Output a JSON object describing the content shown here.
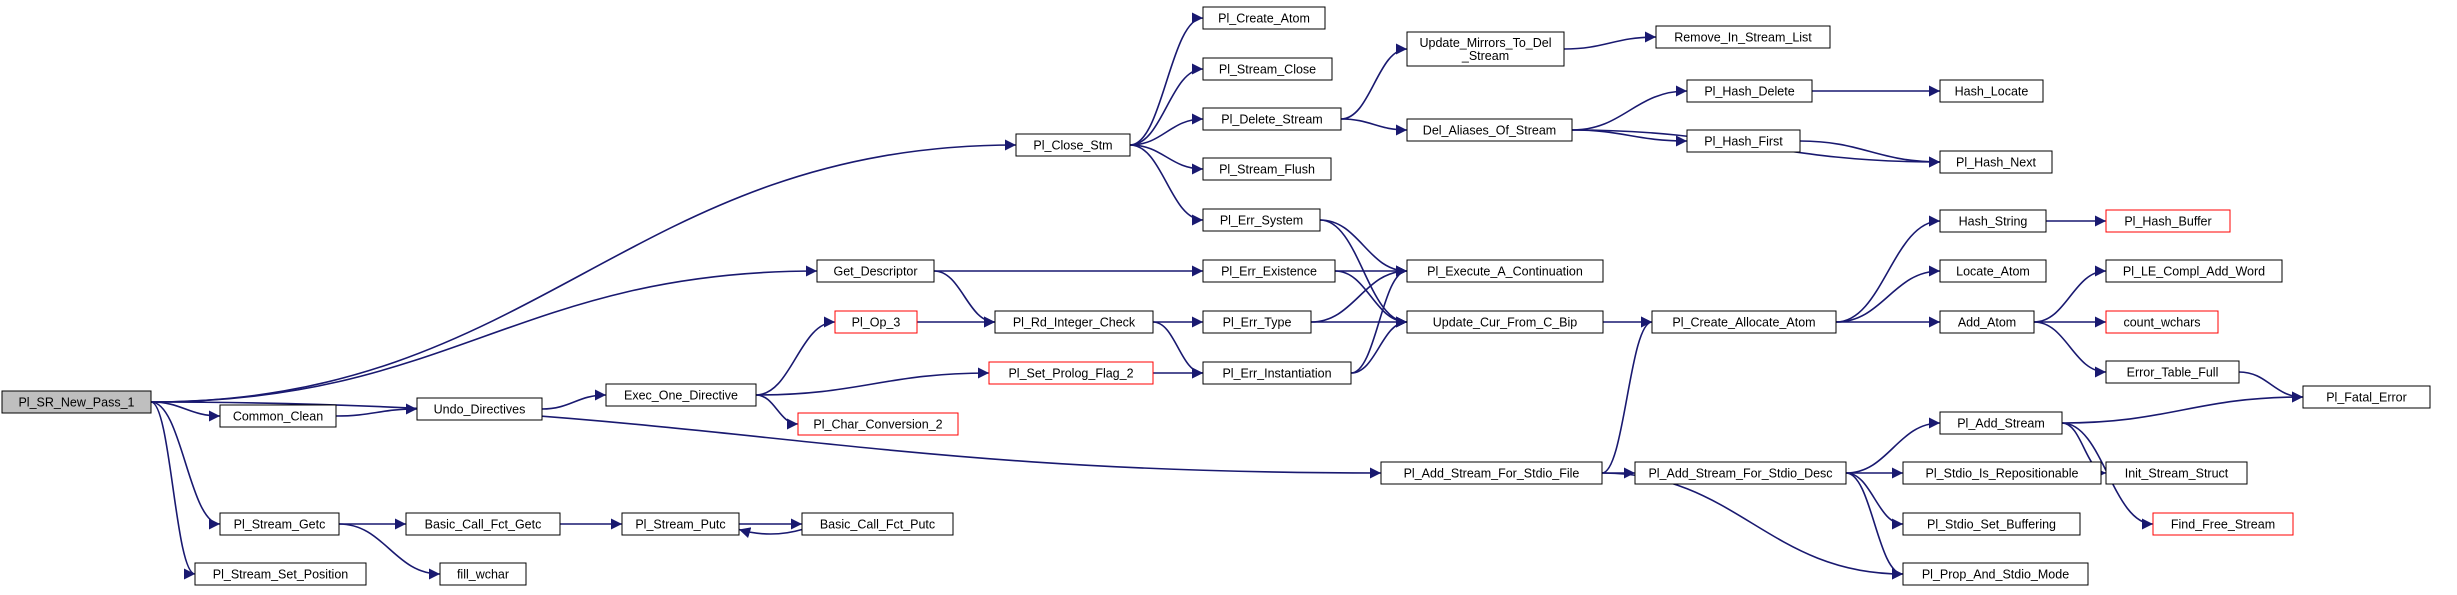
{
  "colors": {
    "edge": "#191970",
    "node_border": "#000000",
    "truncated_border": "#ff0000",
    "root_fill": "#bfbfbf",
    "node_fill": "#ffffff"
  },
  "nodes": [
    {
      "id": "root",
      "label": "Pl_SR_New_Pass_1",
      "kind": "root"
    },
    {
      "id": "close_stm",
      "label": "Pl_Close_Stm"
    },
    {
      "id": "create_atom",
      "label": "Pl_Create_Atom"
    },
    {
      "id": "stream_close",
      "label": "Pl_Stream_Close"
    },
    {
      "id": "delete_stream",
      "label": "Pl_Delete_Stream"
    },
    {
      "id": "stream_flush",
      "label": "Pl_Stream_Flush"
    },
    {
      "id": "err_system",
      "label": "Pl_Err_System"
    },
    {
      "id": "update_mirrors",
      "label": [
        "Update_Mirrors_To_Del",
        "_Stream"
      ]
    },
    {
      "id": "remove_in_stream",
      "label": "Remove_In_Stream_List"
    },
    {
      "id": "del_aliases",
      "label": "Del_Aliases_Of_Stream"
    },
    {
      "id": "hash_delete",
      "label": "Pl_Hash_Delete"
    },
    {
      "id": "hash_locate",
      "label": "Hash_Locate"
    },
    {
      "id": "hash_first",
      "label": "Pl_Hash_First"
    },
    {
      "id": "hash_next",
      "label": "Pl_Hash_Next"
    },
    {
      "id": "get_descriptor",
      "label": "Get_Descriptor"
    },
    {
      "id": "err_existence",
      "label": "Pl_Err_Existence"
    },
    {
      "id": "execute_cont",
      "label": "Pl_Execute_A_Continuation"
    },
    {
      "id": "op_3",
      "label": "Pl_Op_3",
      "kind": "trunc"
    },
    {
      "id": "rd_integer",
      "label": "Pl_Rd_Integer_Check"
    },
    {
      "id": "err_type",
      "label": "Pl_Err_Type"
    },
    {
      "id": "update_cur",
      "label": "Update_Cur_From_C_Bip"
    },
    {
      "id": "create_alloc_atom",
      "label": "Pl_Create_Allocate_Atom"
    },
    {
      "id": "hash_string",
      "label": "Hash_String"
    },
    {
      "id": "hash_buffer",
      "label": "Pl_Hash_Buffer",
      "kind": "trunc"
    },
    {
      "id": "locate_atom",
      "label": "Locate_Atom"
    },
    {
      "id": "add_atom",
      "label": "Add_Atom"
    },
    {
      "id": "le_compl",
      "label": "Pl_LE_Compl_Add_Word"
    },
    {
      "id": "count_wchars",
      "label": "count_wchars",
      "kind": "trunc"
    },
    {
      "id": "error_table_full",
      "label": "Error_Table_Full"
    },
    {
      "id": "fatal_error",
      "label": "Pl_Fatal_Error"
    },
    {
      "id": "common_clean",
      "label": "Common_Clean"
    },
    {
      "id": "undo_directives",
      "label": "Undo_Directives"
    },
    {
      "id": "exec_one_directive",
      "label": "Exec_One_Directive"
    },
    {
      "id": "set_prolog_flag",
      "label": "Pl_Set_Prolog_Flag_2",
      "kind": "trunc"
    },
    {
      "id": "err_instantiation",
      "label": "Pl_Err_Instantiation"
    },
    {
      "id": "char_conversion",
      "label": "Pl_Char_Conversion_2",
      "kind": "trunc"
    },
    {
      "id": "add_stream_stdio_file",
      "label": "Pl_Add_Stream_For_Stdio_File"
    },
    {
      "id": "add_stream_stdio_desc",
      "label": "Pl_Add_Stream_For_Stdio_Desc"
    },
    {
      "id": "add_stream",
      "label": "Pl_Add_Stream"
    },
    {
      "id": "stdio_is_repos",
      "label": "Pl_Stdio_Is_Repositionable"
    },
    {
      "id": "init_stream_struct",
      "label": "Init_Stream_Struct"
    },
    {
      "id": "stdio_set_buffering",
      "label": "Pl_Stdio_Set_Buffering"
    },
    {
      "id": "find_free_stream",
      "label": "Find_Free_Stream",
      "kind": "trunc"
    },
    {
      "id": "prop_and_stdio_mode",
      "label": "Pl_Prop_And_Stdio_Mode"
    },
    {
      "id": "stream_getc",
      "label": "Pl_Stream_Getc"
    },
    {
      "id": "basic_call_getc",
      "label": "Basic_Call_Fct_Getc"
    },
    {
      "id": "stream_putc",
      "label": "Pl_Stream_Putc"
    },
    {
      "id": "basic_call_putc",
      "label": "Basic_Call_Fct_Putc"
    },
    {
      "id": "fill_wchar",
      "label": "fill_wchar"
    },
    {
      "id": "stream_set_position",
      "label": "Pl_Stream_Set_Position"
    }
  ],
  "edges": [
    [
      "root",
      "close_stm"
    ],
    [
      "root",
      "get_descriptor"
    ],
    [
      "root",
      "common_clean"
    ],
    [
      "root",
      "add_stream_stdio_file"
    ],
    [
      "root",
      "stream_getc"
    ],
    [
      "root",
      "stream_set_position"
    ],
    [
      "close_stm",
      "create_atom"
    ],
    [
      "close_stm",
      "stream_close"
    ],
    [
      "close_stm",
      "delete_stream"
    ],
    [
      "close_stm",
      "stream_flush"
    ],
    [
      "close_stm",
      "err_system"
    ],
    [
      "delete_stream",
      "update_mirrors"
    ],
    [
      "delete_stream",
      "del_aliases"
    ],
    [
      "update_mirrors",
      "remove_in_stream"
    ],
    [
      "del_aliases",
      "hash_delete"
    ],
    [
      "del_aliases",
      "hash_first"
    ],
    [
      "del_aliases",
      "hash_next"
    ],
    [
      "hash_delete",
      "hash_locate"
    ],
    [
      "hash_first",
      "hash_next"
    ],
    [
      "err_system",
      "execute_cont"
    ],
    [
      "err_system",
      "update_cur"
    ],
    [
      "get_descriptor",
      "err_existence"
    ],
    [
      "get_descriptor",
      "rd_integer"
    ],
    [
      "err_existence",
      "execute_cont"
    ],
    [
      "err_existence",
      "update_cur"
    ],
    [
      "op_3",
      "rd_integer"
    ],
    [
      "rd_integer",
      "err_type"
    ],
    [
      "rd_integer",
      "err_instantiation"
    ],
    [
      "err_type",
      "execute_cont"
    ],
    [
      "err_type",
      "update_cur"
    ],
    [
      "err_instantiation",
      "execute_cont"
    ],
    [
      "err_instantiation",
      "update_cur"
    ],
    [
      "update_cur",
      "create_alloc_atom"
    ],
    [
      "create_alloc_atom",
      "hash_string"
    ],
    [
      "create_alloc_atom",
      "locate_atom"
    ],
    [
      "create_alloc_atom",
      "add_atom"
    ],
    [
      "hash_string",
      "hash_buffer"
    ],
    [
      "add_atom",
      "le_compl"
    ],
    [
      "add_atom",
      "count_wchars"
    ],
    [
      "add_atom",
      "error_table_full"
    ],
    [
      "error_table_full",
      "fatal_error"
    ],
    [
      "common_clean",
      "undo_directives"
    ],
    [
      "undo_directives",
      "exec_one_directive"
    ],
    [
      "exec_one_directive",
      "op_3"
    ],
    [
      "exec_one_directive",
      "set_prolog_flag"
    ],
    [
      "exec_one_directive",
      "char_conversion"
    ],
    [
      "set_prolog_flag",
      "err_instantiation"
    ],
    [
      "add_stream_stdio_file",
      "create_alloc_atom"
    ],
    [
      "add_stream_stdio_file",
      "add_stream_stdio_desc"
    ],
    [
      "add_stream_stdio_file",
      "prop_and_stdio_mode"
    ],
    [
      "add_stream_stdio_desc",
      "add_stream"
    ],
    [
      "add_stream_stdio_desc",
      "stdio_is_repos"
    ],
    [
      "add_stream_stdio_desc",
      "stdio_set_buffering"
    ],
    [
      "add_stream_stdio_desc",
      "prop_and_stdio_mode"
    ],
    [
      "add_stream",
      "fatal_error"
    ],
    [
      "add_stream",
      "init_stream_struct"
    ],
    [
      "add_stream",
      "find_free_stream"
    ],
    [
      "stream_getc",
      "basic_call_getc"
    ],
    [
      "stream_getc",
      "fill_wchar"
    ],
    [
      "basic_call_getc",
      "stream_putc"
    ],
    [
      "stream_putc",
      "basic_call_putc"
    ],
    [
      "basic_call_putc",
      "stream_putc"
    ]
  ]
}
